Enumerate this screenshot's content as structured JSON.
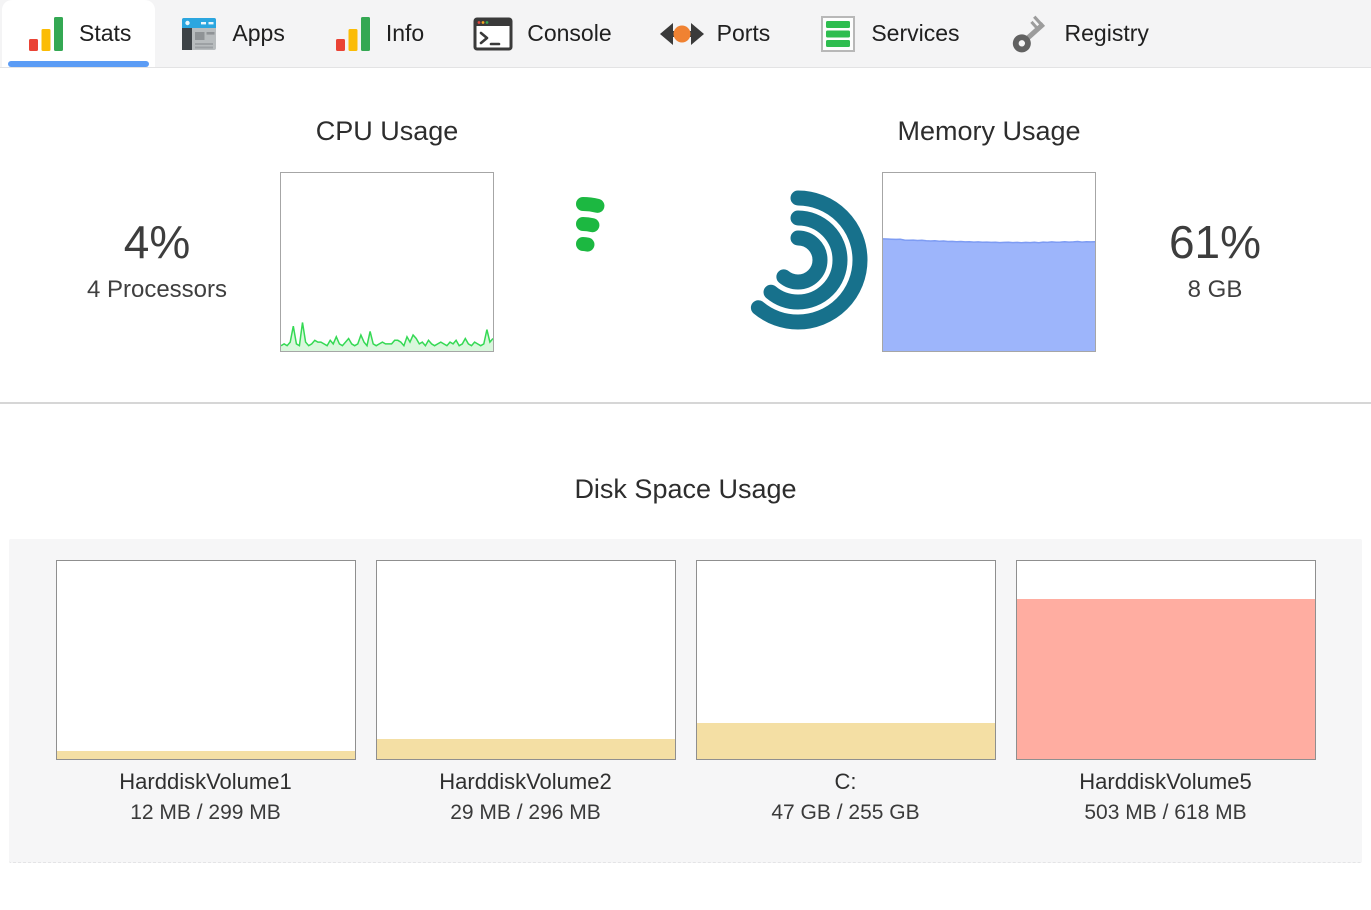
{
  "tabs": [
    {
      "label": "Stats",
      "active": true
    },
    {
      "label": "Apps",
      "active": false
    },
    {
      "label": "Info",
      "active": false
    },
    {
      "label": "Console",
      "active": false
    },
    {
      "label": "Ports",
      "active": false
    },
    {
      "label": "Services",
      "active": false
    },
    {
      "label": "Registry",
      "active": false
    }
  ],
  "cpu": {
    "title": "CPU Usage",
    "percent": 4,
    "percent_label": "4%",
    "subtitle": "4 Processors",
    "history": [
      3,
      4,
      3,
      5,
      14,
      4,
      3,
      16,
      5,
      3,
      4,
      6,
      5,
      5,
      4,
      3,
      6,
      4,
      8,
      4,
      3,
      5,
      7,
      4,
      3,
      4,
      9,
      5,
      3,
      11,
      4,
      3,
      4,
      5,
      4,
      4,
      4,
      6,
      6,
      5,
      3,
      8,
      5,
      9,
      7,
      4,
      5,
      3,
      6,
      4,
      3,
      4,
      5,
      4,
      3,
      5,
      4,
      6,
      3,
      4,
      7,
      4,
      3,
      5,
      4,
      3,
      4,
      12,
      5,
      7
    ]
  },
  "memory": {
    "title": "Memory Usage",
    "percent": 61,
    "percent_label": "61%",
    "subtitle": "8 GB",
    "history": [
      63,
      62.9,
      62.8,
      62.7,
      62.8,
      62.3,
      62.2,
      62.3,
      62.1,
      62.2,
      61.9,
      61.8,
      61.9,
      61.7,
      61.8,
      61.5,
      61.6,
      61.4,
      61.5,
      61.3,
      61.4,
      61.2,
      61.3,
      61.1,
      61.2,
      61.0,
      61.1,
      60.9,
      61.0,
      61.1,
      60.9,
      61.0,
      60.8,
      61.0,
      60.9,
      61.1,
      60.8,
      61.2,
      61.0,
      61.3,
      61.1,
      61.2,
      61.4,
      61.2,
      61.3,
      61.5,
      61.2,
      61.4,
      61.3,
      61.4
    ]
  },
  "disk_section": {
    "title": "Disk Space Usage"
  },
  "disks": [
    {
      "name": "HarddiskVolume1",
      "usage": "12 MB / 299 MB",
      "percent": 4,
      "fill_color": "#f4dfa4"
    },
    {
      "name": "HarddiskVolume2",
      "usage": "29 MB / 296 MB",
      "percent": 10,
      "fill_color": "#f4dfa4"
    },
    {
      "name": "C:",
      "usage": "47 GB / 255 GB",
      "percent": 18,
      "fill_color": "#f4dfa4"
    },
    {
      "name": "HarddiskVolume5",
      "usage": "503 MB / 618 MB",
      "percent": 81,
      "fill_color": "#ffada1"
    }
  ],
  "colors": {
    "active_tab_underline": "#5b9cf5",
    "cpu_gauge_green": "#1cb841",
    "cpu_line_green": "#35d954",
    "cpu_area_green": "#d9f7dc",
    "memory_gauge_teal": "#17718c",
    "memory_fill_blue": "#9db5fb",
    "memory_edge_blue": "#7e9cf3",
    "disk_fill_normal": "#f4dfa4",
    "disk_fill_warning": "#ffada1"
  }
}
